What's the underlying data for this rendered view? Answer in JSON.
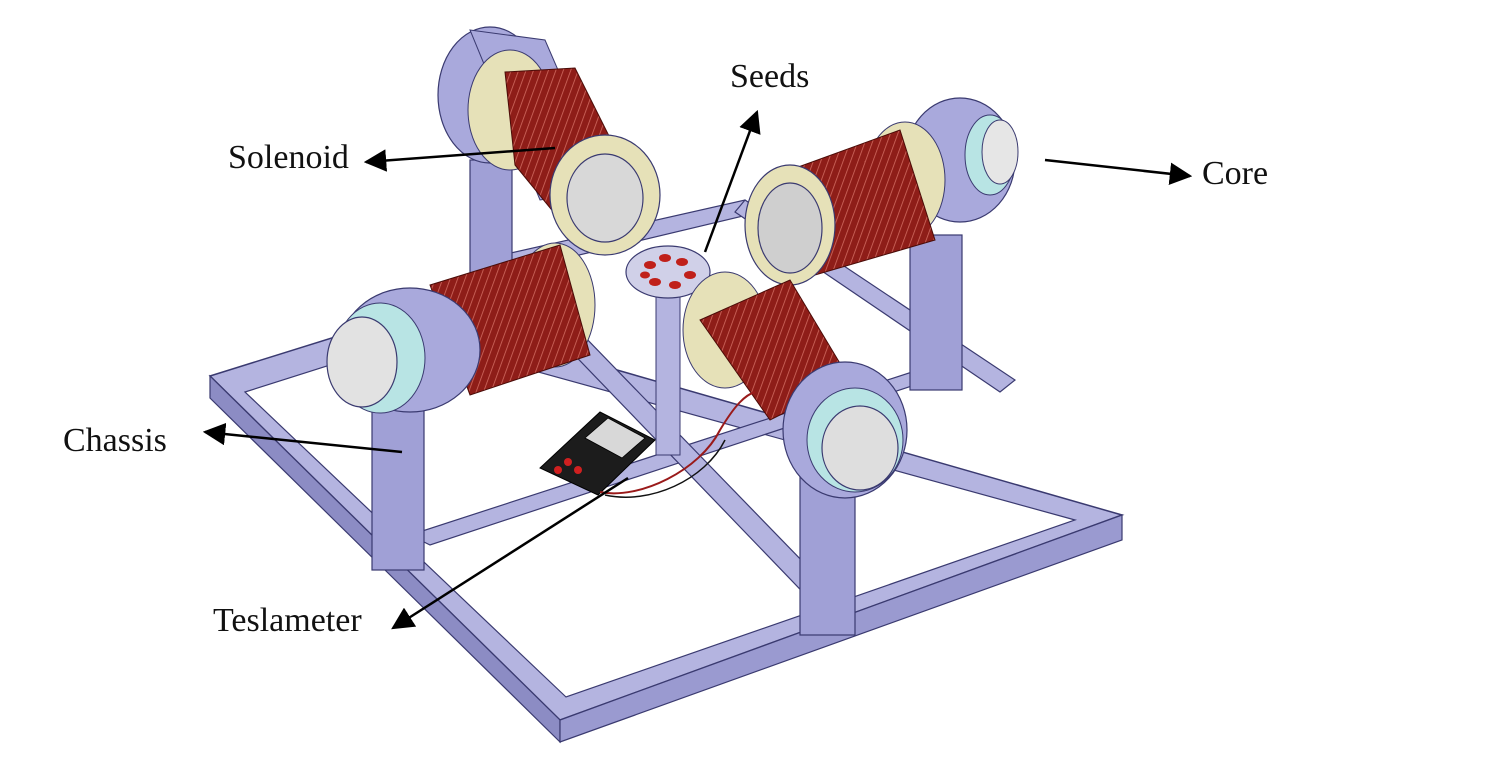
{
  "labels": {
    "solenoid": "Solenoid",
    "seeds": "Seeds",
    "core": "Core",
    "chassis": "Chassis",
    "teslameter": "Teslameter"
  },
  "colors": {
    "frame": "#a9a9d8",
    "frame_dark": "#7e7eb6",
    "coil": "#8e1d18",
    "coil_line": "#c8574e",
    "flange": "#e6e1b8",
    "core_face": "#d6d6d6",
    "ring": "#a8d8d8",
    "meter": "#1c1c1c",
    "arrow": "#000000"
  }
}
